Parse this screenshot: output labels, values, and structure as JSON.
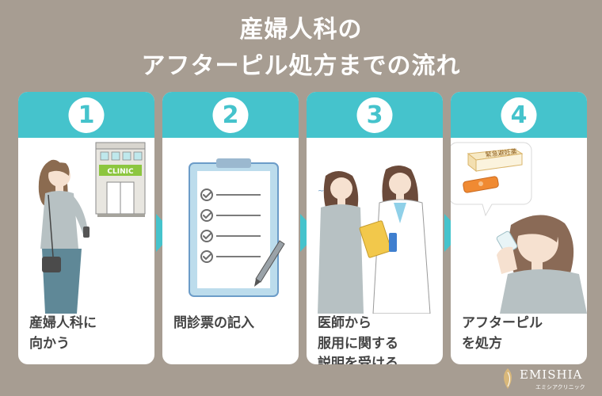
{
  "title": {
    "line1": "産婦人科の",
    "line2": "アフターピル処方までの流れ"
  },
  "steps": [
    {
      "number": "1",
      "caption": "産婦人科に\n向かう"
    },
    {
      "number": "2",
      "caption": "問診票の記入"
    },
    {
      "number": "3",
      "caption": "医師から\n服用に関する\n説明を受ける"
    },
    {
      "number": "4",
      "caption": "アフターピル\nを処方"
    }
  ],
  "illustrations": {
    "clinic_sign": "CLINIC",
    "pill_box_label": "緊急避妊薬"
  },
  "logo": {
    "name": "EMISHIA",
    "sub": "エミシアクリニック"
  },
  "colors": {
    "background": "#a79d92",
    "accent": "#45c3cc",
    "card": "#ffffff"
  }
}
